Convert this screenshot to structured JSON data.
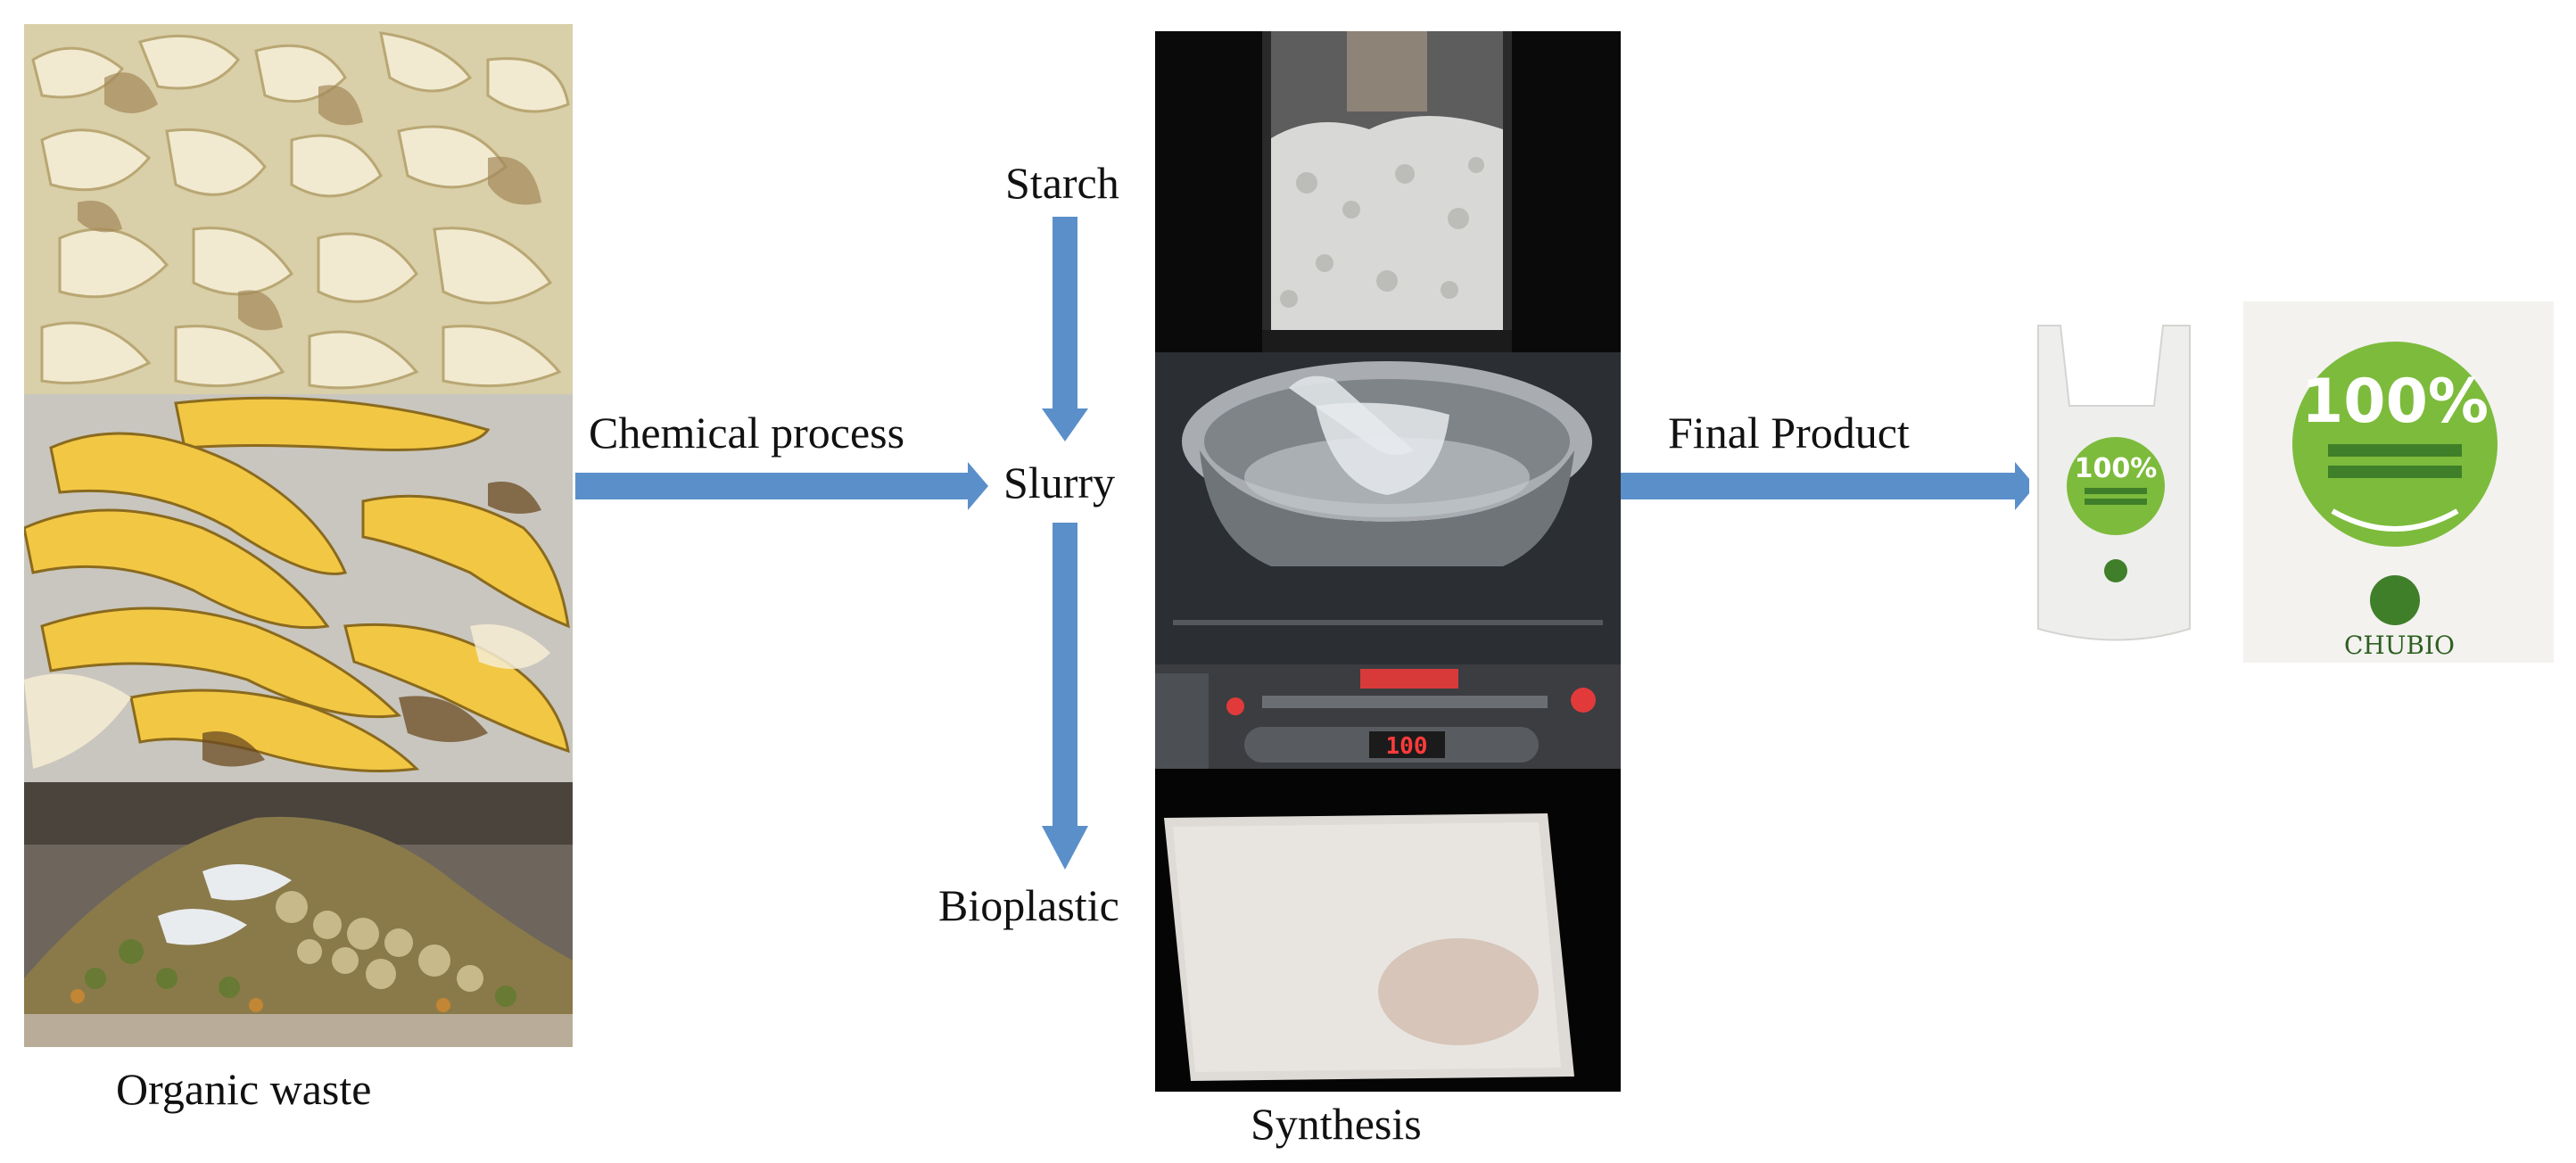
{
  "labels": {
    "organic_waste": "Organic waste",
    "chemical_process": "Chemical process",
    "starch": "Starch",
    "slurry": "Slurry",
    "bioplastic": "Bioplastic",
    "synthesis": "Synthesis",
    "final_product": "Final Product"
  },
  "bag_print": {
    "percent": "100%",
    "brand": "CHUBIO"
  },
  "stove_display": "100",
  "colors": {
    "arrow": "#5b8fca",
    "bag_green": "#7dbb3c",
    "bag_dark_green": "#3f7f2a"
  }
}
